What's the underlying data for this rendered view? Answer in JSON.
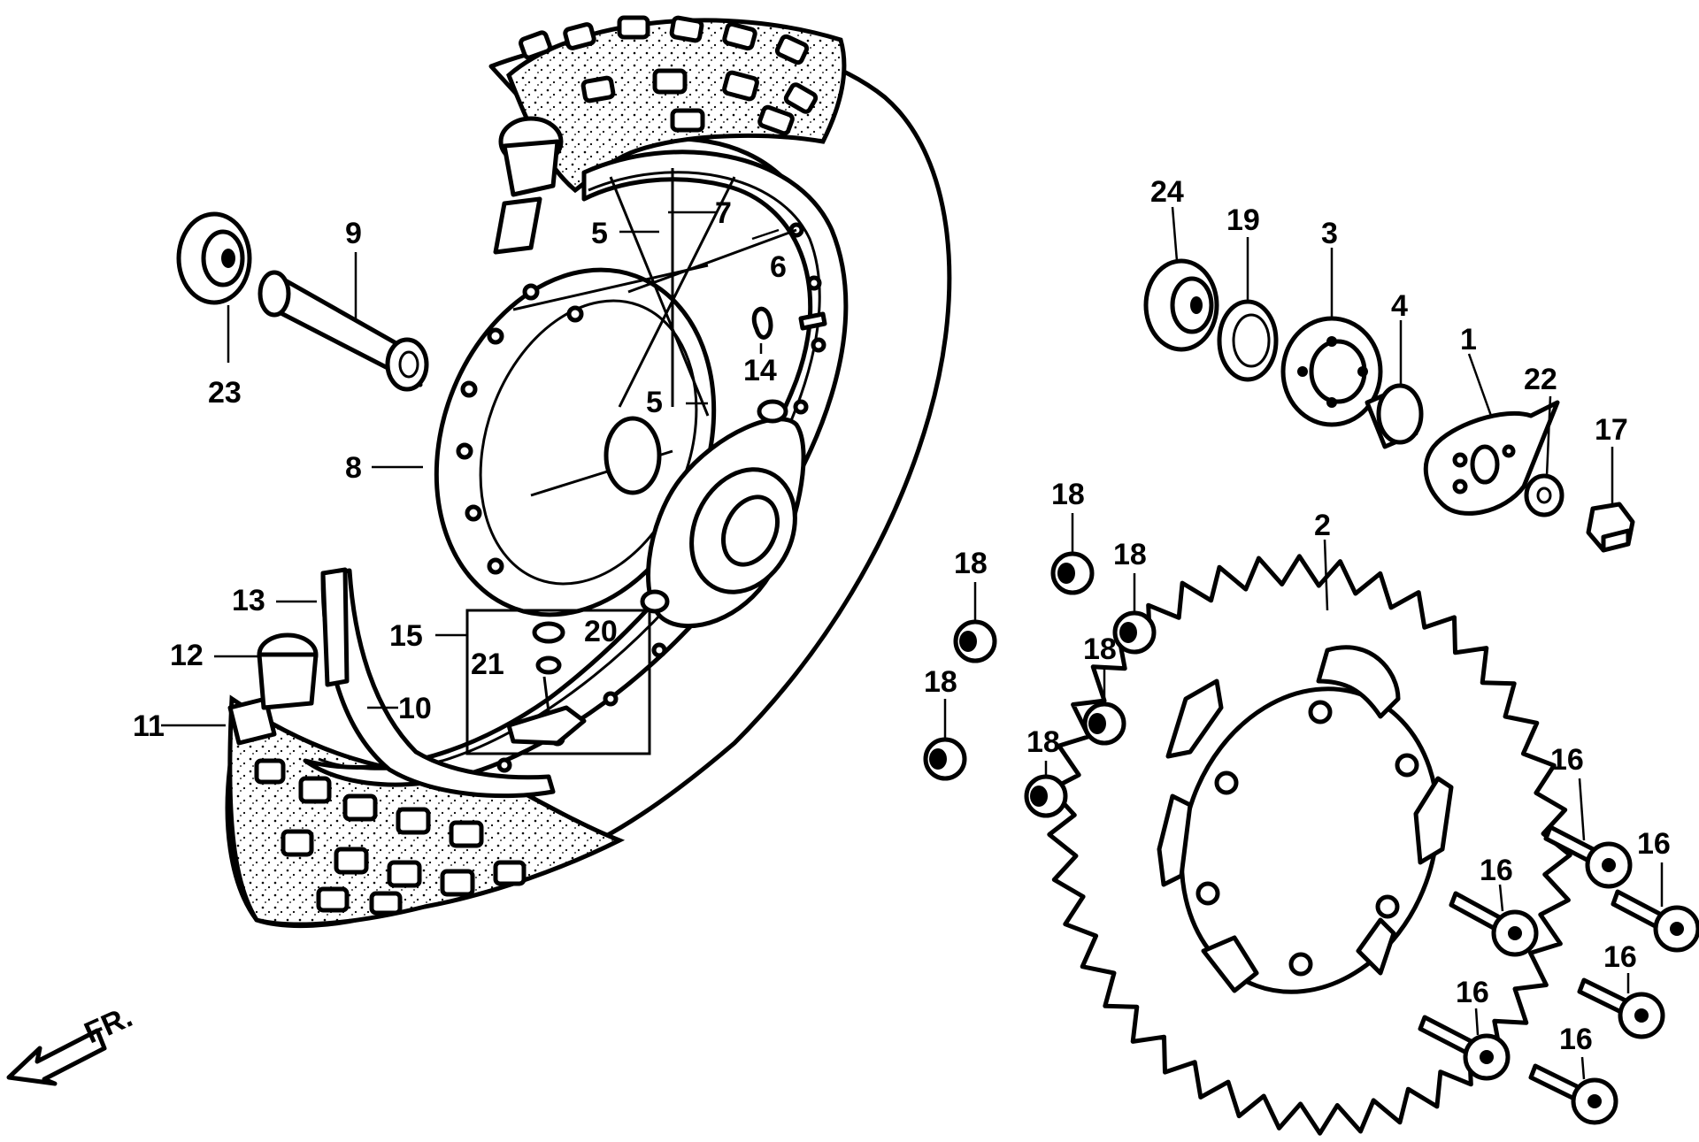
{
  "diagram": {
    "direction_label": "FR.",
    "callouts": {
      "c1": "1",
      "c2": "2",
      "c3": "3",
      "c4": "4",
      "c5a": "5",
      "c5b": "5",
      "c6": "6",
      "c7": "7",
      "c8": "8",
      "c9": "9",
      "c10": "10",
      "c11": "11",
      "c12": "12",
      "c13": "13",
      "c14": "14",
      "c15": "15",
      "c16a": "16",
      "c16b": "16",
      "c16c": "16",
      "c16d": "16",
      "c16e": "16",
      "c16f": "16",
      "c17": "17",
      "c18a": "18",
      "c18b": "18",
      "c18c": "18",
      "c18d": "18",
      "c18e": "18",
      "c18f": "18",
      "c19": "19",
      "c20": "20",
      "c21": "21",
      "c22": "22",
      "c23": "23",
      "c24": "24"
    }
  }
}
